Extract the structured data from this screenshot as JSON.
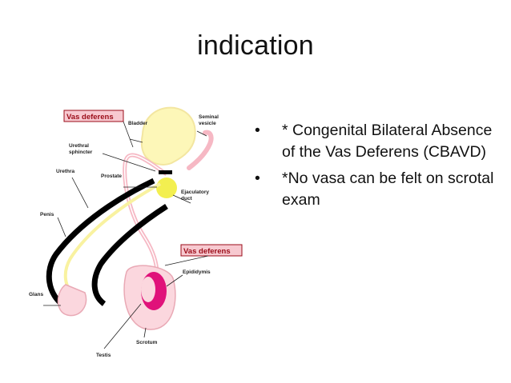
{
  "slide": {
    "title": "indication",
    "bullets": [
      {
        "marker": "•",
        "text": " * Congenital Bilateral Absence of the Vas Deferens (CBAVD)"
      },
      {
        "marker": "•",
        "text": "*No vasa can be felt on scrotal exam"
      }
    ]
  },
  "diagram": {
    "tags": [
      "Vas deferens",
      "Vas deferens"
    ],
    "labels": {
      "bladder": "Bladder",
      "seminal_vesicle_1": "Seminal",
      "seminal_vesicle_2": "vesicle",
      "urethral_sphincter_1": "Urethral",
      "urethral_sphincter_2": "sphincter",
      "prostate": "Prostate",
      "urethra": "Urethra",
      "ejaculatory_duct_1": "Ejaculatory",
      "ejaculatory_duct_2": "duct",
      "penis": "Penis",
      "epididymis": "Epididymis",
      "glans": "Glans",
      "testis": "Testis",
      "scrotum": "Scrotum"
    },
    "colors": {
      "tag_fill": "#f7c9d0",
      "tag_text": "#9b0c18",
      "duct_pink": "#f6b8c4",
      "bladder_yellow": "#fdf7b8",
      "prostate_yellow": "#f3ef50",
      "testis_magenta": "#e0127a"
    }
  }
}
